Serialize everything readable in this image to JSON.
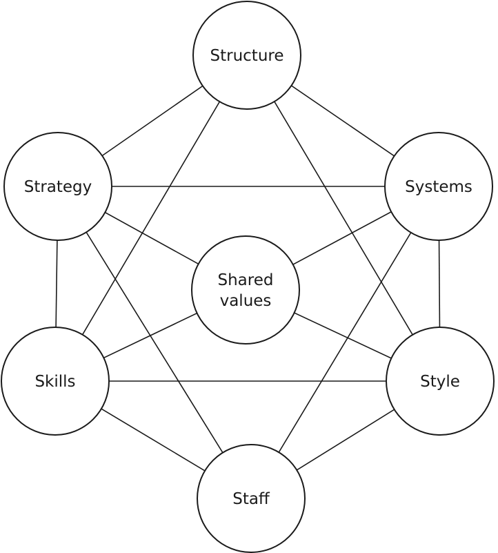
{
  "diagram": {
    "nodes": [
      {
        "id": "structure",
        "lines": [
          "Structure"
        ]
      },
      {
        "id": "strategy",
        "lines": [
          "Strategy"
        ]
      },
      {
        "id": "systems",
        "lines": [
          "Systems"
        ]
      },
      {
        "id": "shared-values",
        "lines": [
          "Shared",
          "values"
        ]
      },
      {
        "id": "skills",
        "lines": [
          "Skills"
        ]
      },
      {
        "id": "style",
        "lines": [
          "Style"
        ]
      },
      {
        "id": "staff",
        "lines": [
          "Staff"
        ]
      }
    ],
    "edges": [
      [
        "structure",
        "strategy"
      ],
      [
        "structure",
        "systems"
      ],
      [
        "structure",
        "skills"
      ],
      [
        "structure",
        "style"
      ],
      [
        "strategy",
        "systems"
      ],
      [
        "strategy",
        "shared-values"
      ],
      [
        "strategy",
        "skills"
      ],
      [
        "strategy",
        "staff"
      ],
      [
        "systems",
        "shared-values"
      ],
      [
        "systems",
        "style"
      ],
      [
        "systems",
        "staff"
      ],
      [
        "shared-values",
        "skills"
      ],
      [
        "shared-values",
        "style"
      ],
      [
        "skills",
        "style"
      ],
      [
        "skills",
        "staff"
      ],
      [
        "style",
        "staff"
      ]
    ]
  }
}
